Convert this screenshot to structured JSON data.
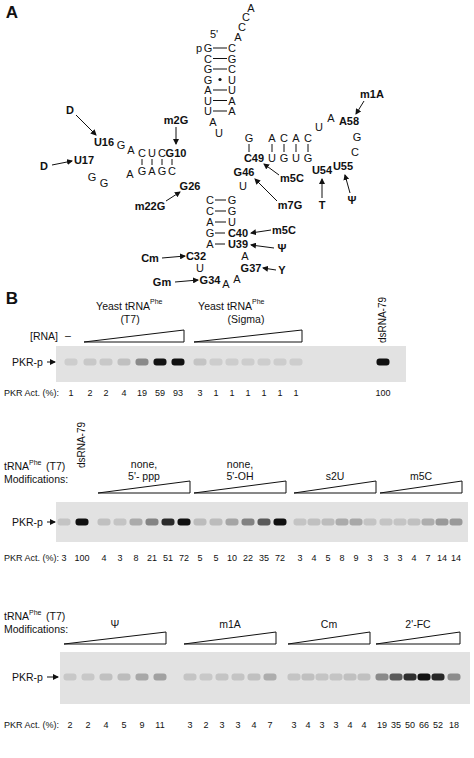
{
  "diagram": {
    "labels": [
      "A",
      "5'",
      "p",
      "G",
      "C",
      "G",
      "G",
      "A",
      "U",
      "U",
      "C",
      "G",
      "C",
      "U",
      "U",
      "A",
      "A",
      "A",
      "C",
      "C",
      "A",
      "A",
      "U",
      "C",
      "U",
      "C",
      "G10",
      "A",
      "G",
      "U16",
      "U17",
      "G",
      "G",
      "A",
      "G",
      "A",
      "G",
      "C",
      "G26",
      "C",
      "C",
      "A",
      "G",
      "A",
      "G",
      "G",
      "U",
      "C40",
      "U39",
      "C32",
      "U",
      "G34",
      "A",
      "A",
      "G37",
      "A",
      "U",
      "G46",
      "G",
      "A",
      "C",
      "A",
      "C",
      "C49",
      "U",
      "G",
      "U",
      "G",
      "U54",
      "U55",
      "C",
      "G",
      "A58",
      "A",
      "U",
      "D",
      "D",
      "m2G",
      "m22G",
      "m5C",
      "m7G",
      "m5C",
      "Ψ",
      "Y",
      "T",
      "Ψ",
      "m1A",
      "Cm",
      "Gm",
      "B",
      "Yeast tRNA",
      "Phe",
      "(T7)",
      "Yeast tRNA",
      "Phe",
      "(Sigma)",
      "dsRNA-79",
      "[RNA]",
      "–",
      "PKR-p",
      "PKR Act. (%):",
      "1",
      "2",
      "2",
      "4",
      "19",
      "59",
      "93",
      "3",
      "1",
      "1",
      "1",
      "1",
      "1",
      "1",
      "100",
      "dsRNA-79",
      "tRNA",
      "Phe",
      "(T7)",
      "Modifications:",
      "none,",
      "5'- ppp",
      "none,",
      "5'-OH",
      "s2U",
      "m5C",
      "PKR-p",
      "PKR Act. (%):",
      "3",
      "100",
      "4",
      "3",
      "8",
      "21",
      "51",
      "72",
      "5",
      "5",
      "10",
      "22",
      "35",
      "72",
      "3",
      "4",
      "5",
      "8",
      "9",
      "3",
      "3",
      "3",
      "4",
      "7",
      "14",
      "14",
      "tRNA",
      "Phe",
      "(T7)",
      "Modifications:",
      "Ψ",
      "m1A",
      "Cm",
      "2'-FC",
      "PKR-p",
      "PKR Act. (%):",
      "2",
      "2",
      "4",
      "5",
      "9",
      "11",
      "3",
      "2",
      "3",
      "3",
      "4",
      "7",
      "3",
      "4",
      "3",
      "3",
      "4",
      "4",
      "19",
      "35",
      "50",
      "66",
      "52",
      "18"
    ]
  }
}
